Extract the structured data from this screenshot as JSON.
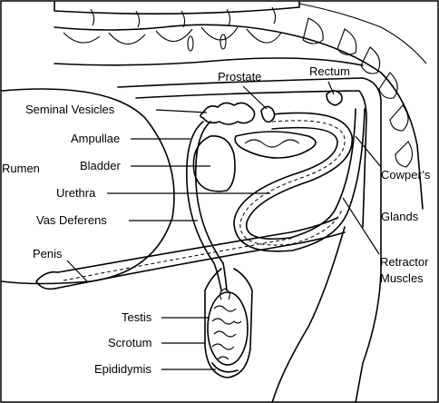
{
  "labels": {
    "prostate": "Prostate",
    "rectum": "Rectum",
    "seminal_vesicles": "Seminal Vesicles",
    "ampullae": "Ampullae",
    "rumen": "Rumen",
    "bladder": "Bladder",
    "urethra": "Urethra",
    "vas_deferens": "Vas Deferens",
    "penis": "Penis",
    "testis": "Testis",
    "scrotum": "Scrotum",
    "epididymis": "Epididymis",
    "cowpers_line1": "Cowper’s",
    "cowpers_line2": "Glands",
    "retractor_line1": "Retractor",
    "retractor_line2": "Muscles"
  }
}
